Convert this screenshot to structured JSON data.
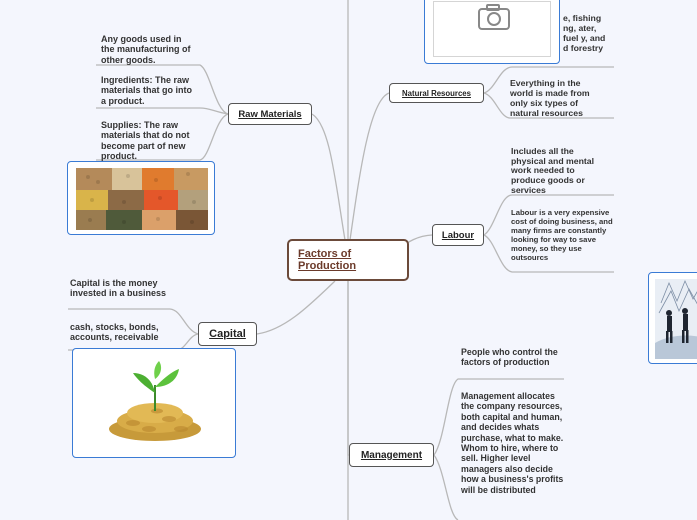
{
  "central": {
    "title": "Factors of Production"
  },
  "topics": {
    "raw_materials": "Raw Materials",
    "capital": "Capital",
    "natural_resources": "Natural Resources",
    "labour": "Labour",
    "management": "Management"
  },
  "notes": {
    "raw_1": "Any goods used in the manufacturing of other goods.",
    "raw_2": "Ingredients: The raw materials that go into a product.",
    "raw_3": "Supplies: The raw materials that do not become part of new product.",
    "cap_1": "Capital is the money invested in a business",
    "cap_2": "cash, stocks, bonds, accounts, receivable",
    "nat_1": "e, fishing ng, ater, fuel y, and d forestry",
    "nat_2": "Everything in the world is made from only six types of natural resources",
    "lab_1": "Includes all the physical and mental work needed to produce goods or services",
    "lab_2": "Labour is a very expensive cost of doing business, and many firms are constantly looking for way to save money, so they use outsourcs",
    "man_1": "People who control the factors of production",
    "man_2": "Management allocates the company resources, both capital and human, and decides whats purchase, what to make. Whom to hire, where to sell. Higher level managers also decide how a business's profits will be distributed"
  },
  "icons": {
    "image_placeholder": "camera-icon"
  },
  "colors": {
    "link": "#b5b5b5",
    "image_border": "#3a7bd5",
    "central_border": "#6b4a3a"
  }
}
